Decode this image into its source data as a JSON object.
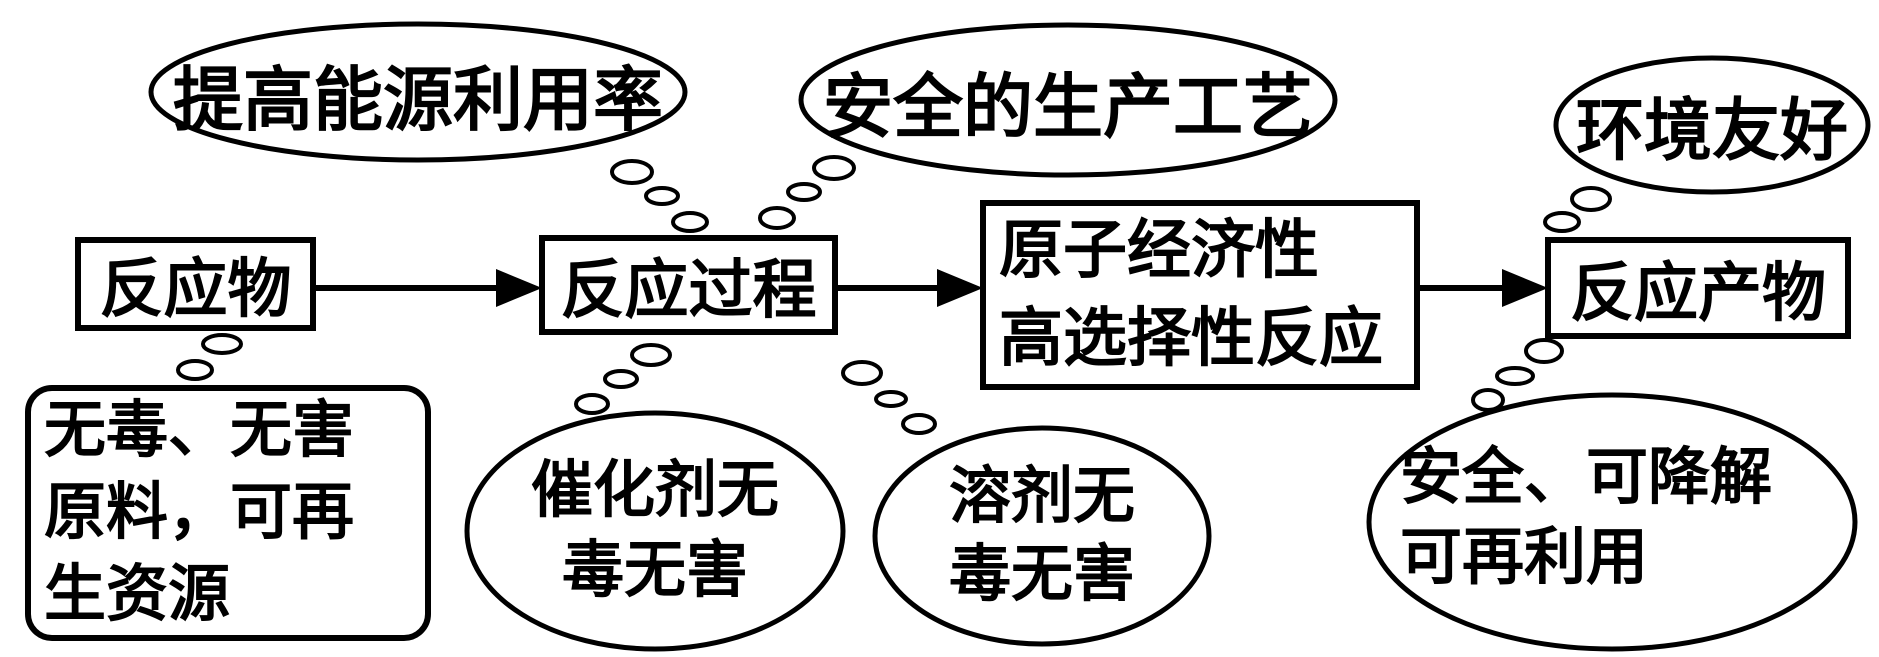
{
  "diagram": {
    "title_hint": "绿色化学流程图",
    "colors": {
      "stroke": "#000000",
      "background": "#ffffff",
      "text": "#000000"
    },
    "top_bubbles": {
      "energy": "提高能源利用率",
      "safe_process": "安全的生产工艺",
      "env_friendly": "环境友好"
    },
    "flow": {
      "reactants": "反应物",
      "process": "反应过程",
      "atom_economy": {
        "lines": [
          "原子经济性",
          "高选择性反应"
        ]
      },
      "products": "反应产物"
    },
    "bottom_bubbles": {
      "raw_materials": {
        "lines": [
          "无毒、无害",
          "原料，可再",
          "生资源"
        ]
      },
      "catalyst": {
        "lines": [
          "催化剂无",
          "毒无害"
        ]
      },
      "solvent": {
        "lines": [
          "溶剂无",
          "毒无害"
        ]
      },
      "safe_degradable": {
        "lines": [
          "安全、可降解",
          "可再利用"
        ]
      }
    }
  }
}
